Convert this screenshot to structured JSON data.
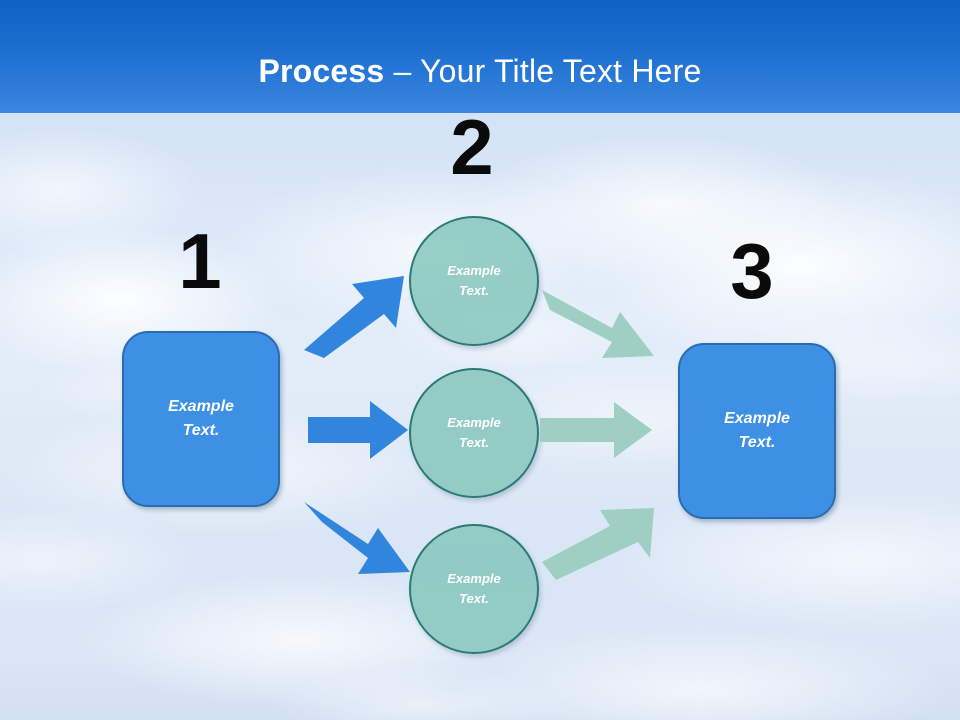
{
  "slide": {
    "title_bold": "Process",
    "title_rest": " – Your Title Text Here",
    "header_color": "#1b6ccd",
    "background": "cloudy-sky-photo"
  },
  "steps": [
    {
      "number": "1",
      "label": "Example\nText.",
      "shape": "rounded-rectangle",
      "color": "#3d90e3"
    },
    {
      "number": "2",
      "label": "",
      "shape": "circle",
      "color": "#83c4ba"
    },
    {
      "number": "3",
      "label": "Example\nText.",
      "shape": "rounded-rectangle",
      "color": "#3d90e3"
    }
  ],
  "nodes": {
    "start_box": {
      "line1": "Example",
      "line2": "Text."
    },
    "end_box": {
      "line1": "Example",
      "line2": "Text."
    },
    "circles": [
      {
        "line1": "Example",
        "line2": "Text."
      },
      {
        "line1": "Example",
        "line2": "Text."
      },
      {
        "line1": "Example",
        "line2": "Text."
      }
    ]
  },
  "numbers": {
    "one": "1",
    "two": "2",
    "three": "3"
  },
  "colors": {
    "header_top": "#1161c4",
    "header_bottom": "#3b87e0",
    "box_fill": "#3d90e3",
    "box_stroke": "#2a6daf",
    "circle_fill": "#83c4ba",
    "circle_stroke": "#2c7a75",
    "arrow_blue": "#3285dd",
    "arrow_green": "#9ecfc2",
    "number_text": "#0a0a0a",
    "title_text": "#ffffff"
  },
  "arrows": {
    "blue_up": "arrow-up-right-icon",
    "blue_right": "arrow-right-icon",
    "blue_down": "arrow-down-right-icon",
    "green_down": "arrow-down-right-icon",
    "green_right": "arrow-right-icon",
    "green_up": "arrow-up-right-icon"
  }
}
